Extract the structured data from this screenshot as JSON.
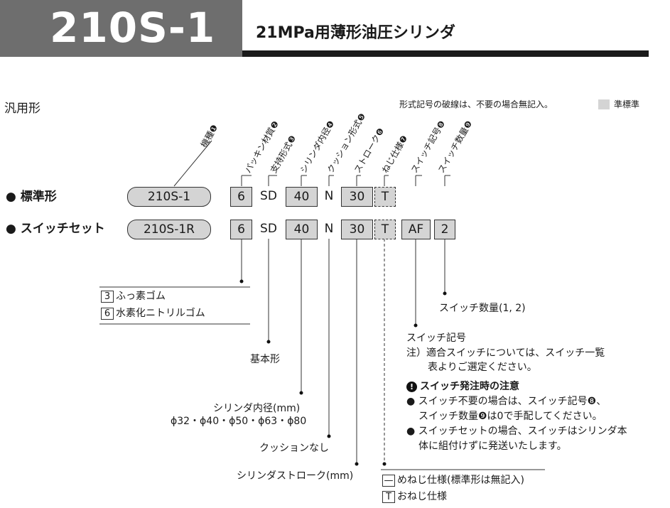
{
  "header": {
    "model_title": "210S-1",
    "subtitle": "21MPa用薄形油圧シリンダ"
  },
  "section_title": "汎用形",
  "note_top": "形式記号の破線は、不要の場合無記入。",
  "legend_label": "準標準",
  "diag_labels": [
    "機種❶",
    "パッキン材質❷",
    "支持形式❸",
    "シリンダ内径❹",
    "クッション形式❺",
    "ストローク❻",
    "ねじ仕様❼",
    "スイッチ記号❽",
    "スイッチ数量❾"
  ],
  "rows": {
    "standard": {
      "label": "● 標準形",
      "model": "210S-1",
      "packing": "6",
      "support": "SD",
      "bore": "40",
      "cushion": "N",
      "stroke": "30",
      "thread": "T"
    },
    "switch": {
      "label": "● スイッチセット",
      "model": "210S-1R",
      "packing": "6",
      "support": "SD",
      "bore": "40",
      "cushion": "N",
      "stroke": "30",
      "thread": "T",
      "switch_code": "AF",
      "switch_qty": "2"
    }
  },
  "packing_options": [
    {
      "code": "3",
      "text": "ふっ素ゴム"
    },
    {
      "code": "6",
      "text": "水素化ニトリルゴム"
    }
  ],
  "support_label": "基本形",
  "bore": {
    "label": "シリンダ内径(mm)",
    "values": "ϕ32・ϕ40・ϕ50・ϕ63・ϕ80"
  },
  "cushion_label": "クッションなし",
  "stroke_label": "シリンダストローク(mm)",
  "thread_options": [
    {
      "code": "—",
      "text": "めねじ仕様(標準形は無記入)"
    },
    {
      "code": "T",
      "text": "おねじ仕様"
    }
  ],
  "switch_qty_label": "スイッチ数量(1, 2)",
  "switch_code": {
    "label": "スイッチ記号",
    "note_line1": "注）適合スイッチについては、スイッチ一覧",
    "note_line2": "表よりご選定ください。"
  },
  "caution": {
    "icon": "!",
    "title": "スイッチ発注時の注意",
    "items": [
      [
        "● スイッチ不要の場合は、スイッチ記号❽、",
        "スイッチ数量❾は0で手配してください。"
      ],
      [
        "● スイッチセットの場合、スイッチはシリンダ本",
        "体に組付けずに発送いたします。"
      ]
    ]
  }
}
